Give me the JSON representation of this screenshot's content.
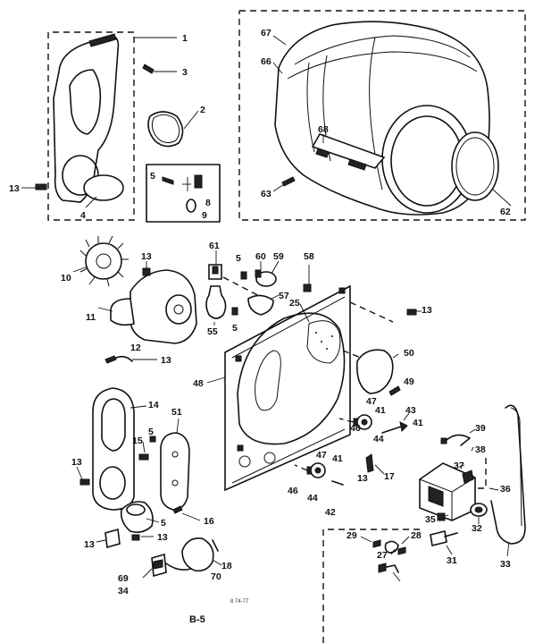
{
  "callouts": [
    {
      "id": "c1",
      "text": "1"
    },
    {
      "id": "c2",
      "text": "2"
    },
    {
      "id": "c3",
      "text": "3"
    },
    {
      "id": "c4",
      "text": "4"
    },
    {
      "id": "c5a",
      "text": "5"
    },
    {
      "id": "c8",
      "text": "8"
    },
    {
      "id": "c9",
      "text": "9"
    },
    {
      "id": "c13a",
      "text": "13"
    },
    {
      "id": "c67",
      "text": "67"
    },
    {
      "id": "c66",
      "text": "66"
    },
    {
      "id": "c68",
      "text": "68"
    },
    {
      "id": "c63",
      "text": "63"
    },
    {
      "id": "c62",
      "text": "62"
    },
    {
      "id": "c10",
      "text": "10"
    },
    {
      "id": "c11",
      "text": "11"
    },
    {
      "id": "c13b",
      "text": "13"
    },
    {
      "id": "c61",
      "text": "61"
    },
    {
      "id": "c5b",
      "text": "5"
    },
    {
      "id": "c60",
      "text": "60"
    },
    {
      "id": "c59",
      "text": "59"
    },
    {
      "id": "c58",
      "text": "58"
    },
    {
      "id": "c57",
      "text": "57"
    },
    {
      "id": "c25",
      "text": "25"
    },
    {
      "id": "c55",
      "text": "55"
    },
    {
      "id": "c5c",
      "text": "5"
    },
    {
      "id": "c13c",
      "text": "13"
    },
    {
      "id": "c12",
      "text": "12"
    },
    {
      "id": "c13d",
      "text": "13"
    },
    {
      "id": "c48",
      "text": "48"
    },
    {
      "id": "c50",
      "text": "50"
    },
    {
      "id": "c49",
      "text": "49"
    },
    {
      "id": "c14",
      "text": "14"
    },
    {
      "id": "c51",
      "text": "51"
    },
    {
      "id": "c5d",
      "text": "5"
    },
    {
      "id": "c15",
      "text": "15"
    },
    {
      "id": "c13e",
      "text": "13"
    },
    {
      "id": "c47a",
      "text": "47"
    },
    {
      "id": "c41a",
      "text": "41"
    },
    {
      "id": "c43",
      "text": "43"
    },
    {
      "id": "c46a",
      "text": "46"
    },
    {
      "id": "c44a",
      "text": "44"
    },
    {
      "id": "c41b",
      "text": "41"
    },
    {
      "id": "c39",
      "text": "39"
    },
    {
      "id": "c38",
      "text": "38"
    },
    {
      "id": "c37",
      "text": "37"
    },
    {
      "id": "c36",
      "text": "36"
    },
    {
      "id": "c47b",
      "text": "47"
    },
    {
      "id": "c41c",
      "text": "41"
    },
    {
      "id": "c46b",
      "text": "46"
    },
    {
      "id": "c44b",
      "text": "44"
    },
    {
      "id": "c42",
      "text": "42"
    },
    {
      "id": "c13f",
      "text": "13"
    },
    {
      "id": "c17",
      "text": "17"
    },
    {
      "id": "c5e",
      "text": "5"
    },
    {
      "id": "c16",
      "text": "16"
    },
    {
      "id": "c13g",
      "text": "13"
    },
    {
      "id": "c13h",
      "text": "13"
    },
    {
      "id": "c18",
      "text": "18"
    },
    {
      "id": "c70",
      "text": "70"
    },
    {
      "id": "c69",
      "text": "69"
    },
    {
      "id": "c34",
      "text": "34"
    },
    {
      "id": "c35",
      "text": "35"
    },
    {
      "id": "c32",
      "text": "32"
    },
    {
      "id": "c33",
      "text": "33"
    },
    {
      "id": "c31",
      "text": "31"
    },
    {
      "id": "c29",
      "text": "29"
    },
    {
      "id": "c28",
      "text": "28"
    },
    {
      "id": "c27",
      "text": "27"
    }
  ],
  "page_label": "B-5",
  "drawing_code": "8 74-77"
}
